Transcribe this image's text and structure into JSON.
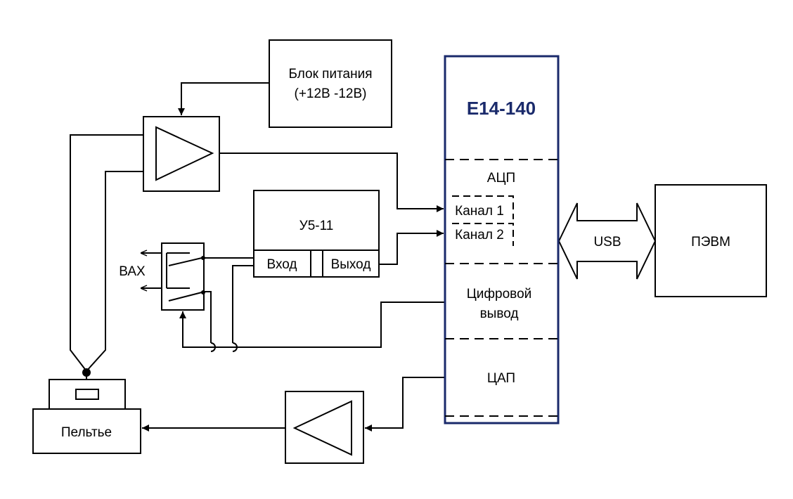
{
  "colors": {
    "line": "#000000",
    "accent": "#1a2a6b",
    "background": "#ffffff"
  },
  "power_supply": {
    "line1": "Блок питания",
    "line2": "(+12В -12В)"
  },
  "daq": {
    "title": "E14-140",
    "adc": "АЦП",
    "channel1": "Канал 1",
    "channel2": "Канал 2",
    "digital_line1": "Цифровой",
    "digital_line2": "вывод",
    "dac": "ЦАП"
  },
  "amplifier": {
    "name": "У5-11",
    "input": "Вход",
    "output": "Выход"
  },
  "switch_label": "ВАХ",
  "link_label": "USB",
  "pc_label": "ПЭВМ",
  "peltier_label": "Пельтье"
}
